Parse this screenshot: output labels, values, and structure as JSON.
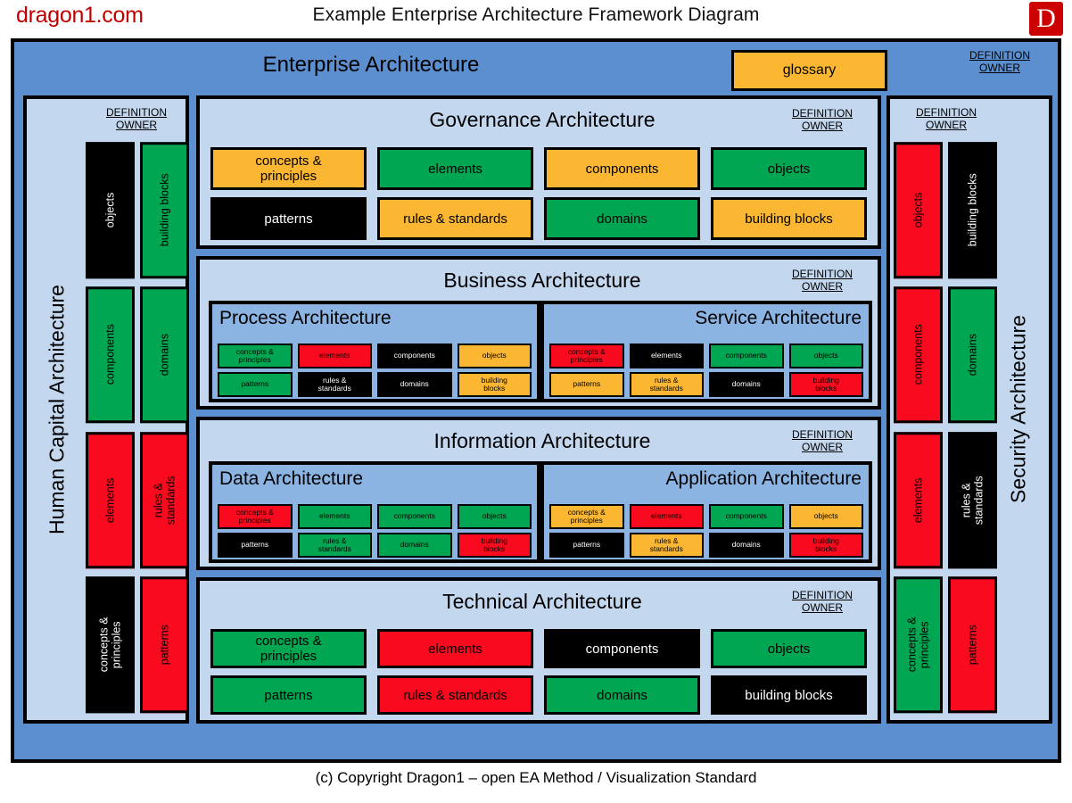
{
  "header": {
    "brand": "dragon1.com",
    "title": "Example Enterprise Architecture Framework Diagram",
    "logo_letter": "D"
  },
  "footer": {
    "text": "(c) Copyright Dragon1 – open EA Method / Visualization Standard"
  },
  "labels": {
    "definition": "DEFINITION",
    "owner": "OWNER"
  },
  "colors": {
    "frame_blue": "#5B8FD0",
    "panel_blue": "#C3D7EF",
    "subpanel_blue": "#8CB4E3",
    "green": "#00A651",
    "amber": "#FBB731",
    "red": "#FA0A1E",
    "black": "#000000",
    "brand_red": "#C00000",
    "logo_red": "#CC0000"
  },
  "enterprise": {
    "title": "Enterprise Architecture",
    "glossary_label": "glossary"
  },
  "side_left": {
    "title": "Human Capital Architecture",
    "boxes": [
      {
        "label": "objects",
        "color": "black"
      },
      {
        "label": "building blocks",
        "color": "green"
      },
      {
        "label": "components",
        "color": "green"
      },
      {
        "label": "domains",
        "color": "green"
      },
      {
        "label": "elements",
        "color": "red"
      },
      {
        "label": "rules &\nstandards",
        "color": "red"
      },
      {
        "label": "concepts &\nprinciples",
        "color": "black"
      },
      {
        "label": "patterns",
        "color": "red"
      }
    ]
  },
  "side_right": {
    "title": "Security Architecture",
    "boxes": [
      {
        "label": "objects",
        "color": "red"
      },
      {
        "label": "building blocks",
        "color": "black"
      },
      {
        "label": "components",
        "color": "red"
      },
      {
        "label": "domains",
        "color": "green"
      },
      {
        "label": "elements",
        "color": "red"
      },
      {
        "label": "rules &\nstandards",
        "color": "black"
      },
      {
        "label": "concepts &\nprinciples",
        "color": "green"
      },
      {
        "label": "patterns",
        "color": "red"
      }
    ]
  },
  "governance": {
    "title": "Governance Architecture",
    "boxes": [
      {
        "label": "concepts &\nprinciples",
        "color": "amber"
      },
      {
        "label": "elements",
        "color": "green"
      },
      {
        "label": "components",
        "color": "amber"
      },
      {
        "label": "objects",
        "color": "green"
      },
      {
        "label": "patterns",
        "color": "black"
      },
      {
        "label": "rules & standards",
        "color": "amber"
      },
      {
        "label": "domains",
        "color": "green"
      },
      {
        "label": "building blocks",
        "color": "amber"
      }
    ]
  },
  "business": {
    "title": "Business Architecture",
    "process": {
      "title": "Process Architecture",
      "boxes": [
        {
          "label": "concepts &\nprinciples",
          "color": "green"
        },
        {
          "label": "elements",
          "color": "red"
        },
        {
          "label": "components",
          "color": "black"
        },
        {
          "label": "objects",
          "color": "amber"
        },
        {
          "label": "patterns",
          "color": "green"
        },
        {
          "label": "rules &\nstandards",
          "color": "black"
        },
        {
          "label": "domains",
          "color": "black"
        },
        {
          "label": "building\nblocks",
          "color": "amber"
        }
      ]
    },
    "service": {
      "title": "Service Architecture",
      "boxes": [
        {
          "label": "concepts &\nprinciples",
          "color": "red"
        },
        {
          "label": "elements",
          "color": "black"
        },
        {
          "label": "components",
          "color": "green"
        },
        {
          "label": "objects",
          "color": "green"
        },
        {
          "label": "patterns",
          "color": "amber"
        },
        {
          "label": "rules &\nstandards",
          "color": "amber"
        },
        {
          "label": "domains",
          "color": "black"
        },
        {
          "label": "building\nblocks",
          "color": "red"
        }
      ]
    }
  },
  "information": {
    "title": "Information Architecture",
    "data": {
      "title": "Data Architecture",
      "boxes": [
        {
          "label": "concepts &\nprinciples",
          "color": "red"
        },
        {
          "label": "elements",
          "color": "green"
        },
        {
          "label": "components",
          "color": "green"
        },
        {
          "label": "objects",
          "color": "green"
        },
        {
          "label": "patterns",
          "color": "black"
        },
        {
          "label": "rules &\nstandards",
          "color": "green"
        },
        {
          "label": "domains",
          "color": "green"
        },
        {
          "label": "building\nblocks",
          "color": "red"
        }
      ]
    },
    "application": {
      "title": "Application Architecture",
      "boxes": [
        {
          "label": "concepts &\nprinciples",
          "color": "amber"
        },
        {
          "label": "elements",
          "color": "red"
        },
        {
          "label": "components",
          "color": "green"
        },
        {
          "label": "objects",
          "color": "amber"
        },
        {
          "label": "patterns",
          "color": "black"
        },
        {
          "label": "rules &\nstandards",
          "color": "amber"
        },
        {
          "label": "domains",
          "color": "black"
        },
        {
          "label": "building\nblocks",
          "color": "red"
        }
      ]
    }
  },
  "technical": {
    "title": "Technical Architecture",
    "boxes": [
      {
        "label": "concepts &\nprinciples",
        "color": "green"
      },
      {
        "label": "elements",
        "color": "red"
      },
      {
        "label": "components",
        "color": "black"
      },
      {
        "label": "objects",
        "color": "green"
      },
      {
        "label": "patterns",
        "color": "green"
      },
      {
        "label": "rules & standards",
        "color": "red"
      },
      {
        "label": "domains",
        "color": "green"
      },
      {
        "label": "building blocks",
        "color": "black"
      }
    ]
  }
}
